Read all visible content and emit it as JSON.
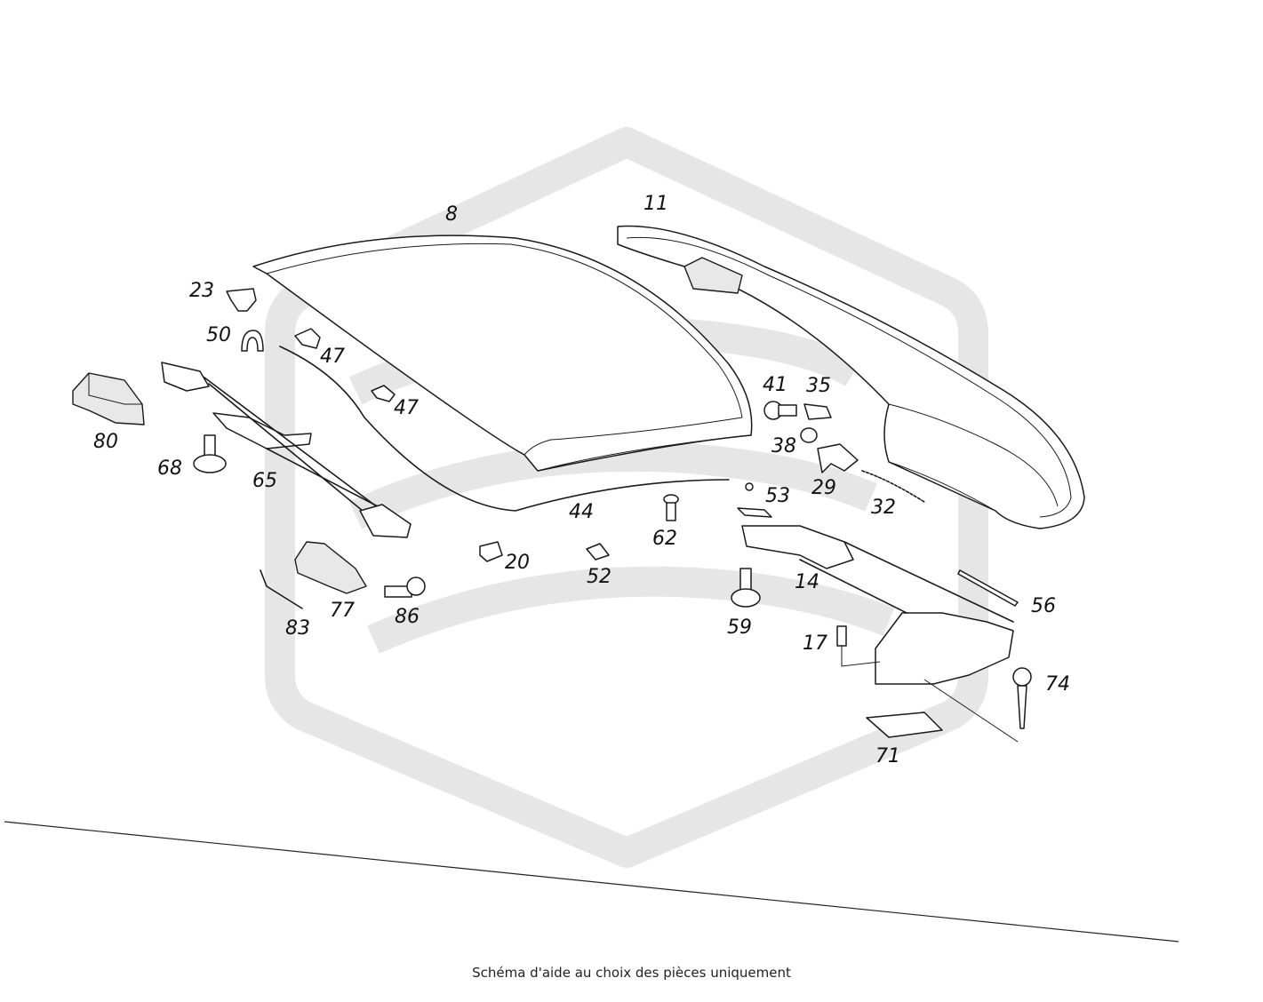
{
  "diagram": {
    "callouts": [
      "8",
      "11",
      "23",
      "50",
      "47",
      "47",
      "80",
      "41",
      "35",
      "38",
      "68",
      "65",
      "29",
      "53",
      "32",
      "44",
      "62",
      "20",
      "52",
      "14",
      "56",
      "77",
      "86",
      "83",
      "59",
      "17",
      "74",
      "71"
    ],
    "caption": "Schéma d'aide au choix des pièces uniquement",
    "colors": {
      "line": "#1a1a1a",
      "watermark": "#e5e5e5",
      "background": "#ffffff"
    }
  }
}
